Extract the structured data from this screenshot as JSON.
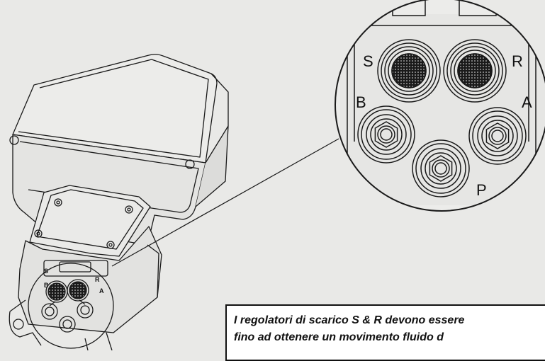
{
  "callout": {
    "ports": {
      "S": "S",
      "R": "R",
      "B": "B",
      "A": "A",
      "P": "P"
    }
  },
  "note": {
    "line1": "I regolatori di scarico S & R devono essere",
    "line2": "fino ad ottenere un movimento fluido d"
  },
  "colors": {
    "background": "#e9e9e7",
    "outline": "#1a1a1a",
    "note_border": "#111111"
  }
}
